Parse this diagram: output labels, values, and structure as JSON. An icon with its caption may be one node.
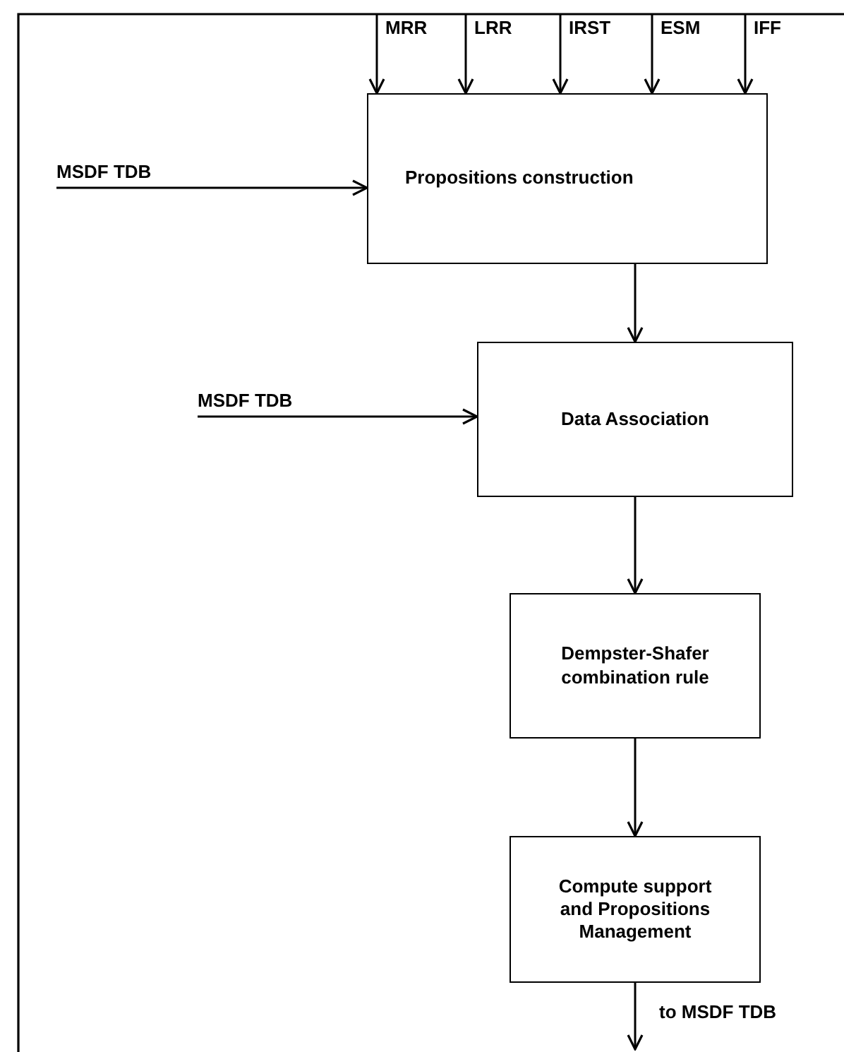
{
  "diagram": {
    "nodes": [
      {
        "text": [
          "MSDF TDB"
        ]
      },
      {
        "text": [
          "Propositions construction"
        ]
      },
      {
        "text": [
          "MSDF TDB"
        ]
      },
      {
        "text": [
          "Data Association"
        ]
      },
      {
        "text": [
          "Dempster-Shafer combination rule"
        ]
      },
      {
        "text": [
          "Compute support and Propositions Management"
        ]
      }
    ],
    "edges": [
      {
        "from": null,
        "to": 1,
        "arrow": "to",
        "label": "MRR"
      },
      {
        "from": null,
        "to": 1,
        "arrow": "to",
        "label": "LRR"
      },
      {
        "from": null,
        "to": 1,
        "arrow": "to",
        "label": "IRST"
      },
      {
        "from": null,
        "to": 1,
        "arrow": "to",
        "label": "ESM"
      },
      {
        "from": null,
        "to": 1,
        "arrow": "to",
        "label": "IFF"
      },
      {
        "from": 0,
        "to": 1,
        "arrow": "to"
      },
      {
        "from": 1,
        "to": 3,
        "arrow": "to"
      },
      {
        "from": 2,
        "to": 3,
        "arrow": "to"
      },
      {
        "from": 3,
        "to": 4,
        "arrow": "to"
      },
      {
        "from": 4,
        "to": 5,
        "arrow": "to"
      },
      {
        "from": 5,
        "to": null,
        "arrow": "to",
        "label": "to MSDF TDB"
      }
    ]
  }
}
